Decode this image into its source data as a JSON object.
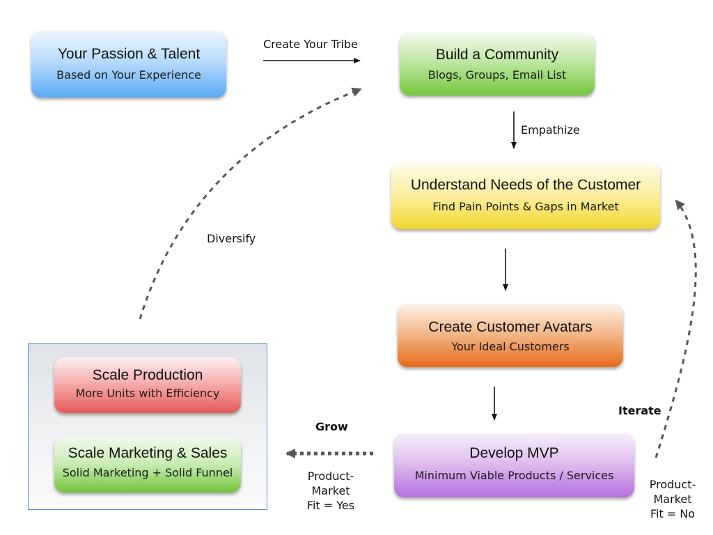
{
  "nodes": {
    "passion": {
      "title": "Your Passion & Talent",
      "subtitle": "Based on Your Experience",
      "color": "#5aa9f3"
    },
    "community": {
      "title": "Build a Community",
      "subtitle": "Blogs, Groups, Email List",
      "color": "#74c83d"
    },
    "needs": {
      "title": "Understand Needs of the Customer",
      "subtitle": "Find Pain Points & Gaps in Market",
      "color": "#f2d62e"
    },
    "avatars": {
      "title": "Create Customer Avatars",
      "subtitle": "Your Ideal Customers",
      "color": "#e56a18"
    },
    "mvp": {
      "title": "Develop MVP",
      "subtitle": "Minimum Viable Products / Services",
      "color": "#b56ee0"
    },
    "production": {
      "title": "Scale Production",
      "subtitle": "More Units with Efficiency",
      "color": "#e85a5a"
    },
    "marketing": {
      "title": "Scale Marketing & Sales",
      "subtitle": "Solid Marketing + Solid Funnel",
      "color": "#72c43c"
    }
  },
  "edges": {
    "create_tribe": {
      "label": "Create Your Tribe",
      "from": "passion",
      "to": "community"
    },
    "empathize": {
      "label": "Empathize",
      "from": "community",
      "to": "needs"
    },
    "needs_to_avatars": {
      "label": "",
      "from": "needs",
      "to": "avatars"
    },
    "avatars_to_mvp": {
      "label": "",
      "from": "avatars",
      "to": "mvp"
    },
    "grow": {
      "label": "Grow",
      "condition_lines": [
        "Product-",
        "Market",
        "Fit = Yes"
      ],
      "from": "mvp",
      "to": "scale"
    },
    "iterate": {
      "label": "Iterate",
      "condition_lines": [
        "Product-",
        "Market",
        "Fit = No"
      ],
      "from": "mvp",
      "to": "needs"
    },
    "diversify": {
      "label": "Diversify",
      "from": "scale",
      "to": "community"
    }
  }
}
